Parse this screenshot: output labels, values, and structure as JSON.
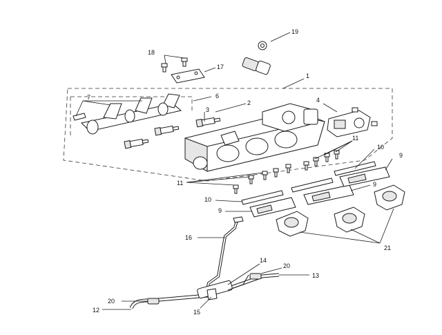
{
  "callouts": {
    "c1": "1",
    "c2": "2",
    "c3": "3",
    "c4": "4",
    "c6": "6",
    "c7": "7",
    "c9a": "9",
    "c9b": "9",
    "c9c": "9",
    "c10a": "10",
    "c10b": "10",
    "c11a": "11",
    "c11b": "11",
    "c12": "12",
    "c13": "13",
    "c14": "14",
    "c15": "15",
    "c16": "16",
    "c17": "17",
    "c18": "18",
    "c19": "19",
    "c20a": "20",
    "c20b": "20",
    "c21": "21"
  }
}
